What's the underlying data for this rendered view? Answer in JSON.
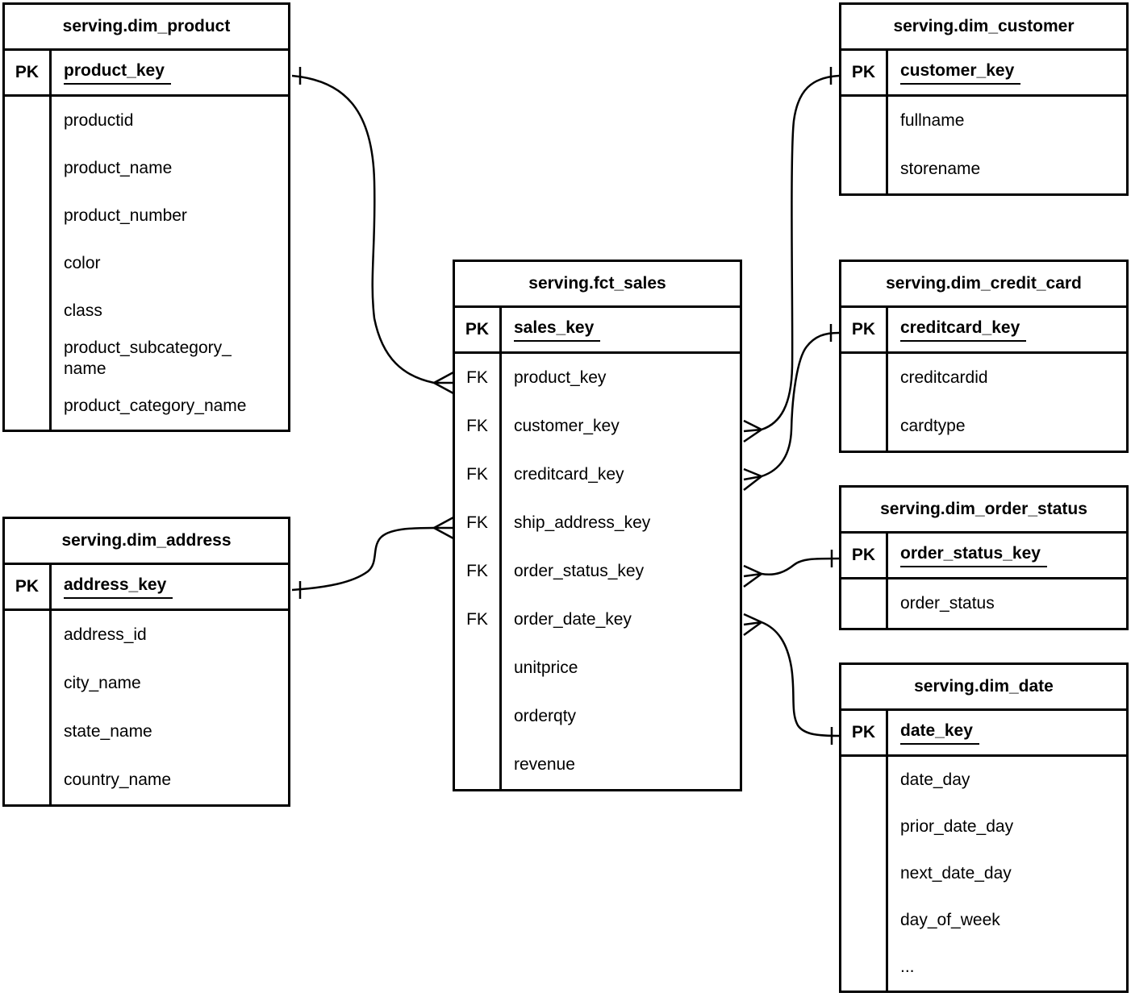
{
  "background_color": "#ffffff",
  "line_color": "#000000",
  "diagram_type": "entity-relationship star schema",
  "tables": [
    {
      "id": "dim_product",
      "title": "serving.dim_product",
      "key_header": "PK",
      "pk_name": "product_key",
      "fields": [
        {
          "tag": "",
          "name": "productid"
        },
        {
          "tag": "",
          "name": "product_name"
        },
        {
          "tag": "",
          "name": "product_number"
        },
        {
          "tag": "",
          "name": "color"
        },
        {
          "tag": "",
          "name": "class"
        },
        {
          "tag": "",
          "name": "product_subcategory_\nname"
        },
        {
          "tag": "",
          "name": "product_category_name"
        }
      ]
    },
    {
      "id": "dim_address",
      "title": "serving.dim_address",
      "key_header": "PK",
      "pk_name": "address_key",
      "fields": [
        {
          "tag": "",
          "name": "address_id"
        },
        {
          "tag": "",
          "name": "city_name"
        },
        {
          "tag": "",
          "name": "state_name"
        },
        {
          "tag": "",
          "name": "country_name"
        }
      ]
    },
    {
      "id": "fct_sales",
      "title": "serving.fct_sales",
      "key_header": "PK",
      "pk_name": "sales_key",
      "fields": [
        {
          "tag": "FK",
          "name": "product_key"
        },
        {
          "tag": "FK",
          "name": "customer_key"
        },
        {
          "tag": "FK",
          "name": "creditcard_key"
        },
        {
          "tag": "FK",
          "name": "ship_address_key"
        },
        {
          "tag": "FK",
          "name": "order_status_key"
        },
        {
          "tag": "FK",
          "name": "order_date_key"
        },
        {
          "tag": "",
          "name": "unitprice"
        },
        {
          "tag": "",
          "name": "orderqty"
        },
        {
          "tag": "",
          "name": "revenue"
        }
      ]
    },
    {
      "id": "dim_customer",
      "title": "serving.dim_customer",
      "key_header": "PK",
      "pk_name": "customer_key",
      "fields": [
        {
          "tag": "",
          "name": "fullname"
        },
        {
          "tag": "",
          "name": "storename"
        }
      ]
    },
    {
      "id": "dim_credit_card",
      "title": "serving.dim_credit_card",
      "key_header": "PK",
      "pk_name": "creditcard_key",
      "fields": [
        {
          "tag": "",
          "name": "creditcardid"
        },
        {
          "tag": "",
          "name": "cardtype"
        }
      ]
    },
    {
      "id": "dim_order_status",
      "title": "serving.dim_order_status",
      "key_header": "PK",
      "pk_name": "order_status_key",
      "fields": [
        {
          "tag": "",
          "name": "order_status"
        }
      ]
    },
    {
      "id": "dim_date",
      "title": "serving.dim_date",
      "key_header": "PK",
      "pk_name": "date_key",
      "fields": [
        {
          "tag": "",
          "name": "date_day"
        },
        {
          "tag": "",
          "name": "prior_date_day"
        },
        {
          "tag": "",
          "name": "next_date_day"
        },
        {
          "tag": "",
          "name": "day_of_week"
        },
        {
          "tag": "",
          "name": "..."
        }
      ]
    }
  ],
  "relationships": [
    {
      "fact_table": "serving.fct_sales",
      "fact_field": "product_key",
      "dim_table": "serving.dim_product",
      "dim_field": "product_key",
      "fact_cardinality": "many",
      "dim_cardinality": "one"
    },
    {
      "fact_table": "serving.fct_sales",
      "fact_field": "ship_address_key",
      "dim_table": "serving.dim_address",
      "dim_field": "address_key",
      "fact_cardinality": "many",
      "dim_cardinality": "one"
    },
    {
      "fact_table": "serving.fct_sales",
      "fact_field": "customer_key",
      "dim_table": "serving.dim_customer",
      "dim_field": "customer_key",
      "fact_cardinality": "many",
      "dim_cardinality": "one"
    },
    {
      "fact_table": "serving.fct_sales",
      "fact_field": "creditcard_key",
      "dim_table": "serving.dim_credit_card",
      "dim_field": "creditcard_key",
      "fact_cardinality": "many",
      "dim_cardinality": "one"
    },
    {
      "fact_table": "serving.fct_sales",
      "fact_field": "order_status_key",
      "dim_table": "serving.dim_order_status",
      "dim_field": "order_status_key",
      "fact_cardinality": "many",
      "dim_cardinality": "one"
    },
    {
      "fact_table": "serving.fct_sales",
      "fact_field": "order_date_key",
      "dim_table": "serving.dim_date",
      "dim_field": "date_key",
      "fact_cardinality": "many",
      "dim_cardinality": "one"
    }
  ]
}
